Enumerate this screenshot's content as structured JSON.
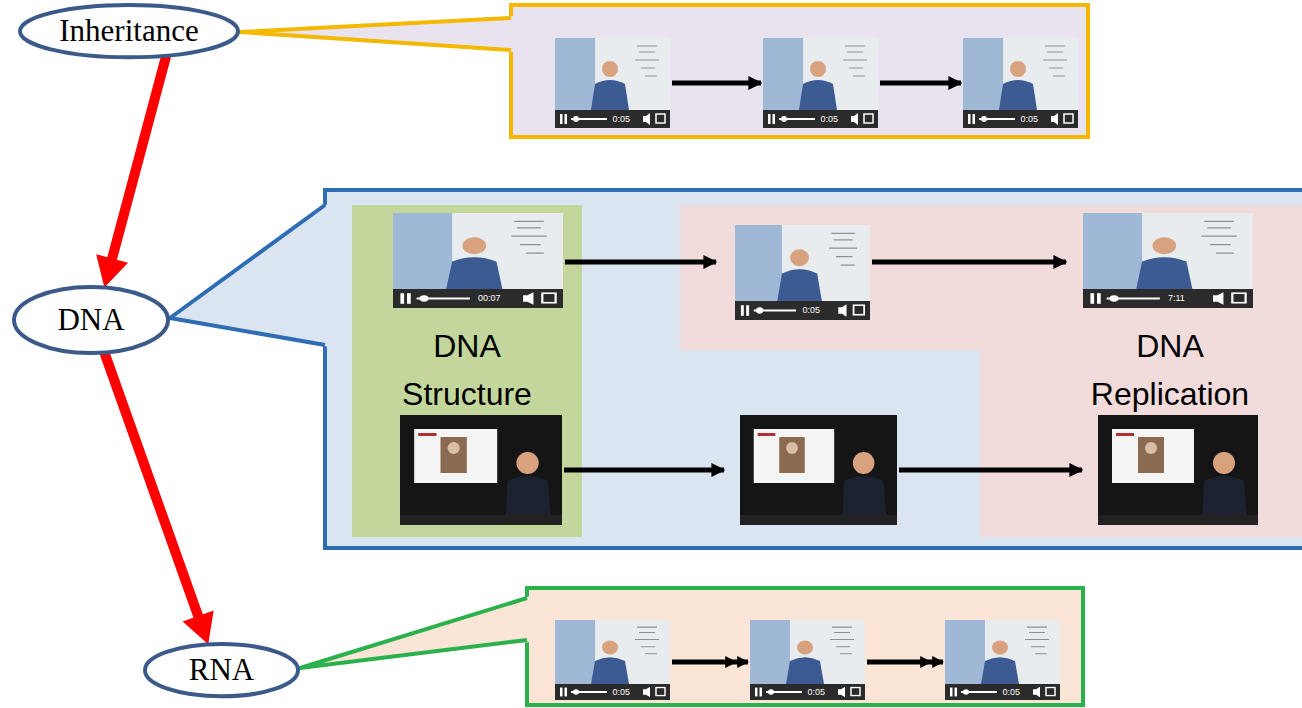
{
  "diagram": {
    "nodes": [
      {
        "text": [
          "Inheritance"
        ]
      },
      {
        "text": [
          "DNA"
        ]
      },
      {
        "text": [
          "DNA Structure"
        ]
      },
      {
        "text": [
          "DNA Replication"
        ]
      },
      {
        "text": [
          "RNA"
        ]
      }
    ],
    "edges": [
      {
        "from": 0,
        "to": 1,
        "arrow": "to"
      },
      {
        "from": 1,
        "to": 4,
        "arrow": "to"
      }
    ],
    "labels": [
      "0:05",
      "0:05",
      "0:05",
      "00:07",
      "0:05",
      "7:11",
      "0:05",
      "0:05",
      "0:05"
    ]
  }
}
